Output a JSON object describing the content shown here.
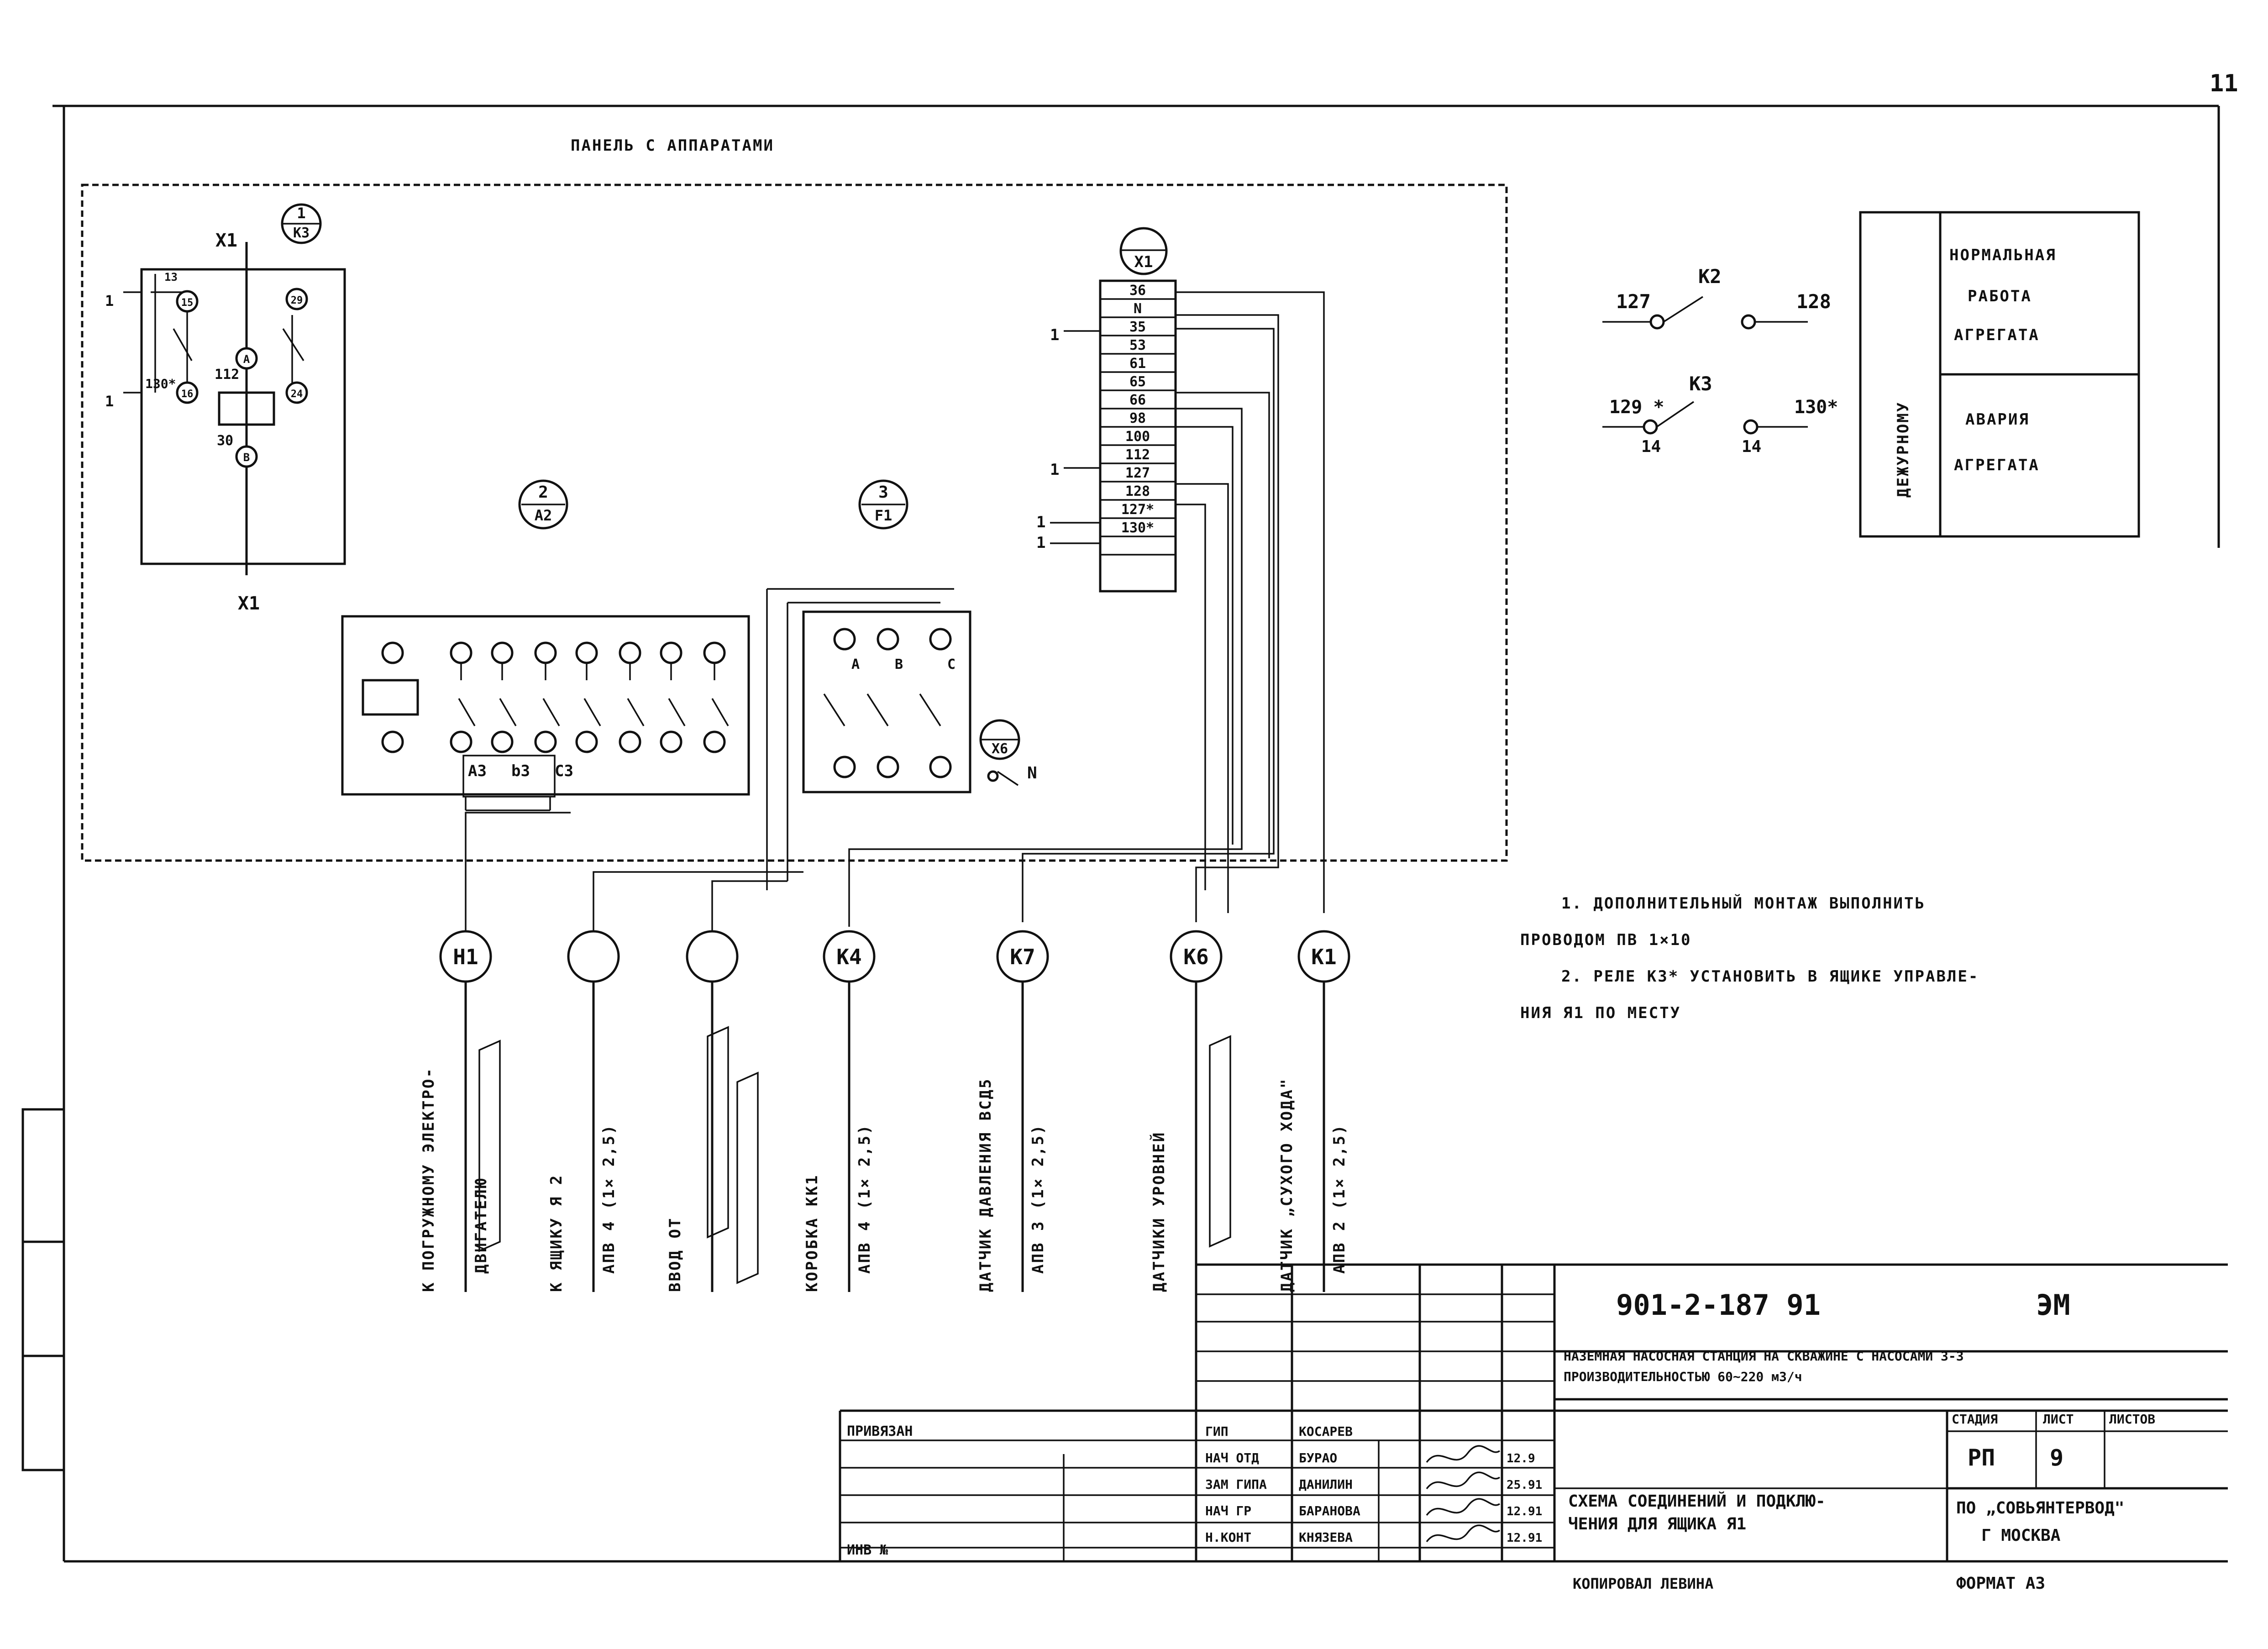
{
  "page_number": "11",
  "panel": {
    "title": "ПАНЕЛЬ С АППАРАТАМИ",
    "markers": {
      "m1": {
        "top": "1",
        "bottom": "К3"
      },
      "m2": {
        "top": "2",
        "bottom": "А2"
      },
      "m3": {
        "top": "3",
        "bottom": "F1"
      },
      "mX1": {
        "top": "",
        "bottom": "X1"
      },
      "mX6": {
        "top": "",
        "bottom": "X6"
      }
    },
    "relay_labels": {
      "x1_top": "X1",
      "x1_bottom": "X1",
      "n112": "112",
      "n30": "30",
      "n130": "130*",
      "n1a": "1",
      "n1b": "1",
      "c15": "15",
      "c16": "16",
      "c29": "29",
      "c24": "24",
      "cA": "А",
      "cB": "В",
      "top_small": "13"
    },
    "breaker_labels": {
      "A3": "А3",
      "b3": "b3",
      "C3": "С3"
    },
    "switch_labels": {
      "A": "А",
      "B": "В",
      "C": "С",
      "N": "N"
    },
    "terminal_block": {
      "rows": [
        "36",
        "N",
        "35",
        "53",
        "61",
        "65",
        "66",
        "98",
        "100",
        "112",
        "127",
        "128",
        "127*",
        "130*",
        ""
      ],
      "lead_labels": [
        "1",
        "1",
        "1",
        "1"
      ]
    }
  },
  "contacts": {
    "k2": {
      "name": "К2",
      "left": "127",
      "right": "128"
    },
    "k3": {
      "name": "К3",
      "left": "129 *",
      "right": "130*",
      "left_sub": "14",
      "right_sub": "14"
    }
  },
  "indicator_panel": {
    "side_label": "ДЕЖУРНОМУ",
    "normal": [
      "НОРМАЛЬНАЯ",
      "РАБОТА",
      "АГРЕГАТА"
    ],
    "alarm": [
      "АВАРИЯ",
      "АГРЕГАТА"
    ]
  },
  "notes": [
    "1. ДОПОЛНИТЕЛЬНЫЙ МОНТАЖ ВЫПОЛНИТЬ",
    "ПРОВОДОМ ПВ 1×10",
    "2. РЕЛЕ К3* УСТАНОВИТЬ В ЯЩИКЕ УПРАВЛЕ-",
    "НИЯ Я1 ПО МЕСТУ"
  ],
  "cables": [
    {
      "id": "H1",
      "line1": "К ПОГРУЖНОМУ ЭЛЕКТРО-",
      "line2": "ДВИГАТЕЛЮ"
    },
    {
      "id": "",
      "line1": "К ЯЩИКУ Я 2",
      "line2": "АПВ 4 (1× 2,5)"
    },
    {
      "id": "",
      "line1": "ВВОД ОТ",
      "line2": ""
    },
    {
      "id": "К4",
      "line1": "КОРОБКА КК1",
      "line2": "АПВ 4 (1× 2,5)"
    },
    {
      "id": "К7",
      "line1": "ДАТЧИК ДАВЛЕНИЯ ВСД5",
      "line2": "АПВ 3 (1× 2,5)"
    },
    {
      "id": "К6",
      "line1": "ДАТЧИКИ УРОВНЕЙ",
      "line2": ""
    },
    {
      "id": "К1",
      "line1": "ДАТЧИК „СУХОГО ХОДА\"",
      "line2": "АПВ 2 (1× 2,5)"
    }
  ],
  "title_block": {
    "doc_number": "901-2-187 91",
    "mark": "ЭМ",
    "project": [
      "НАЗЕМНАЯ НАСОСНАЯ СТАНЦИЯ НА СКВАЖИНЕ С НАСОСАМИ 3-3",
      "ПРОИЗВОДИТЕЛЬНОСТЬЮ 60~220 м3/ч"
    ],
    "privyazan": "ПРИВЯЗАН",
    "inv_no": "ИНВ №",
    "roles": [
      "ГИП",
      "НАЧ ОТД",
      "ЗАМ ГИПА",
      "НАЧ ГР",
      "Н.КОНТ"
    ],
    "names": [
      "КОСАРЕВ",
      "БУРАО",
      "ДАНИЛИН",
      "БАРАНОВА",
      "КНЯЗЕВА"
    ],
    "dates": [
      "",
      "12.9",
      "25.91",
      "12.91",
      "12.91"
    ],
    "sheet_title": [
      "СХЕМА СОЕДИНЕНИЙ И ПОДКЛЮ-",
      "ЧЕНИЯ ДЛЯ ЯЩИКА Я1"
    ],
    "stage_header": "СТАДИЯ",
    "sheet_header": "ЛИСТ",
    "sheets_header": "ЛИСТОВ",
    "stage": "РП",
    "sheet": "9",
    "org": [
      "ПО „СОВЬЯНТЕРВОД\"",
      "Г МОСКВА"
    ],
    "copied": "КОПИРОВАЛ ЛЕВИНА",
    "format": "ФОРМАТ А3"
  }
}
